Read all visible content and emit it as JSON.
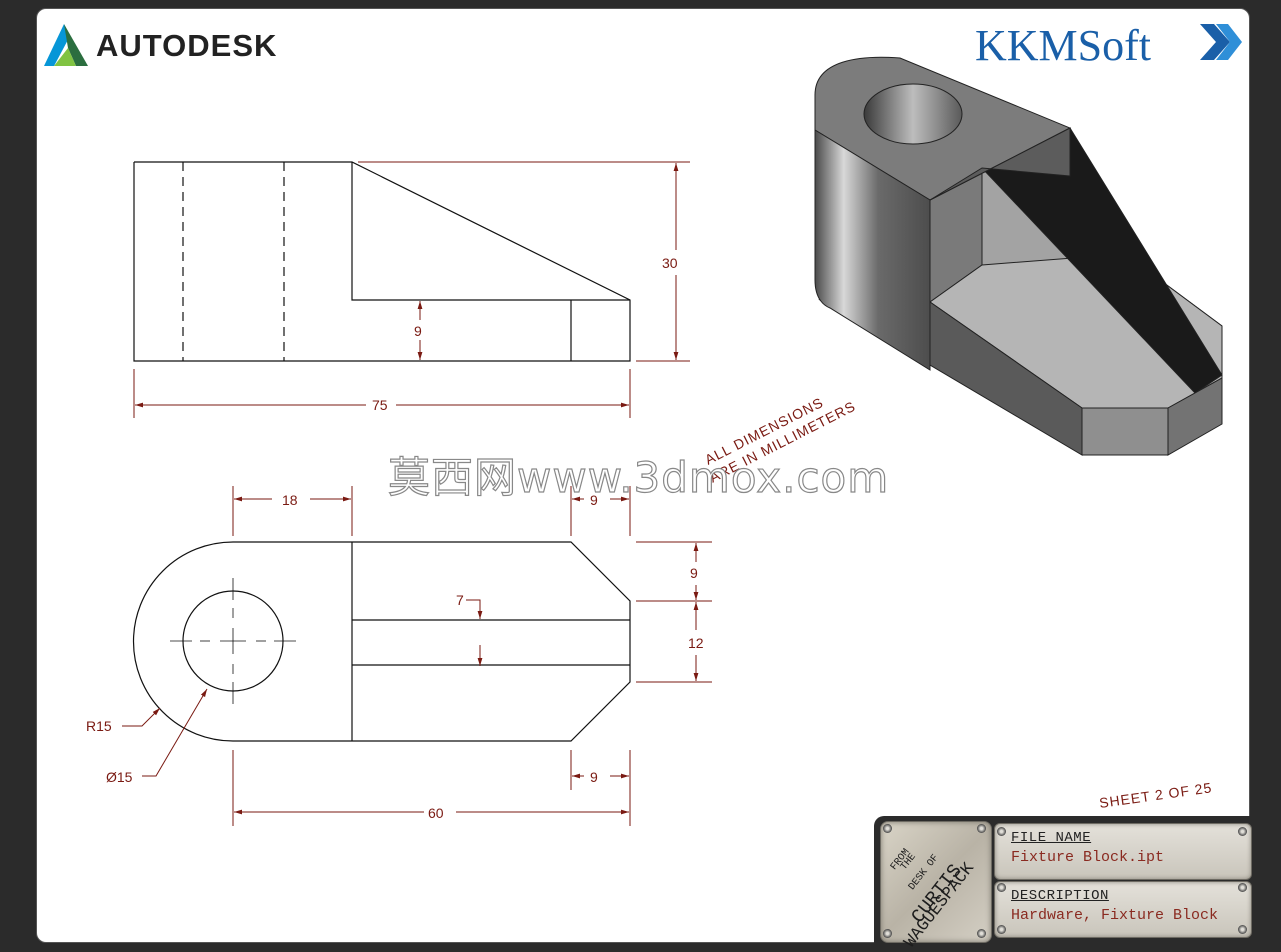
{
  "logos": {
    "autodesk": "AUTODESK",
    "kkmsoft": "KKMSoft"
  },
  "dimensions": {
    "height_30": "30",
    "ledge_9": "9",
    "length_75": "75",
    "hole_offset_18": "18",
    "chamfer_top_9": "9",
    "right_upper_9": "9",
    "right_middle_12": "12",
    "slot_7": "7",
    "radius": "R15",
    "diameter": "Ø15",
    "chamfer_bottom_9": "9",
    "length_60": "60"
  },
  "note": {
    "line1": "ALL DIMENSIONS",
    "line2": "ARE IN MILLIMETERS"
  },
  "watermark": "莫西网www.3dmox.com",
  "sheet": "SHEET 2  OF 25",
  "titleblock": {
    "stamp_from": "FROM",
    "stamp_the": "THE",
    "stamp_desk_of": "DESK OF",
    "stamp_name1": "CURTIS",
    "stamp_name2": "WAGUESPACK",
    "file_label": "FILE NAME",
    "file_value": "Fixture Block.ipt",
    "desc_label": "DESCRIPTION",
    "desc_value": "Hardware, Fixture Block"
  },
  "colors": {
    "dimension": "#7a1a12",
    "autodesk_teal": "#0696d7",
    "kkm_blue": "#1a5fa8"
  }
}
